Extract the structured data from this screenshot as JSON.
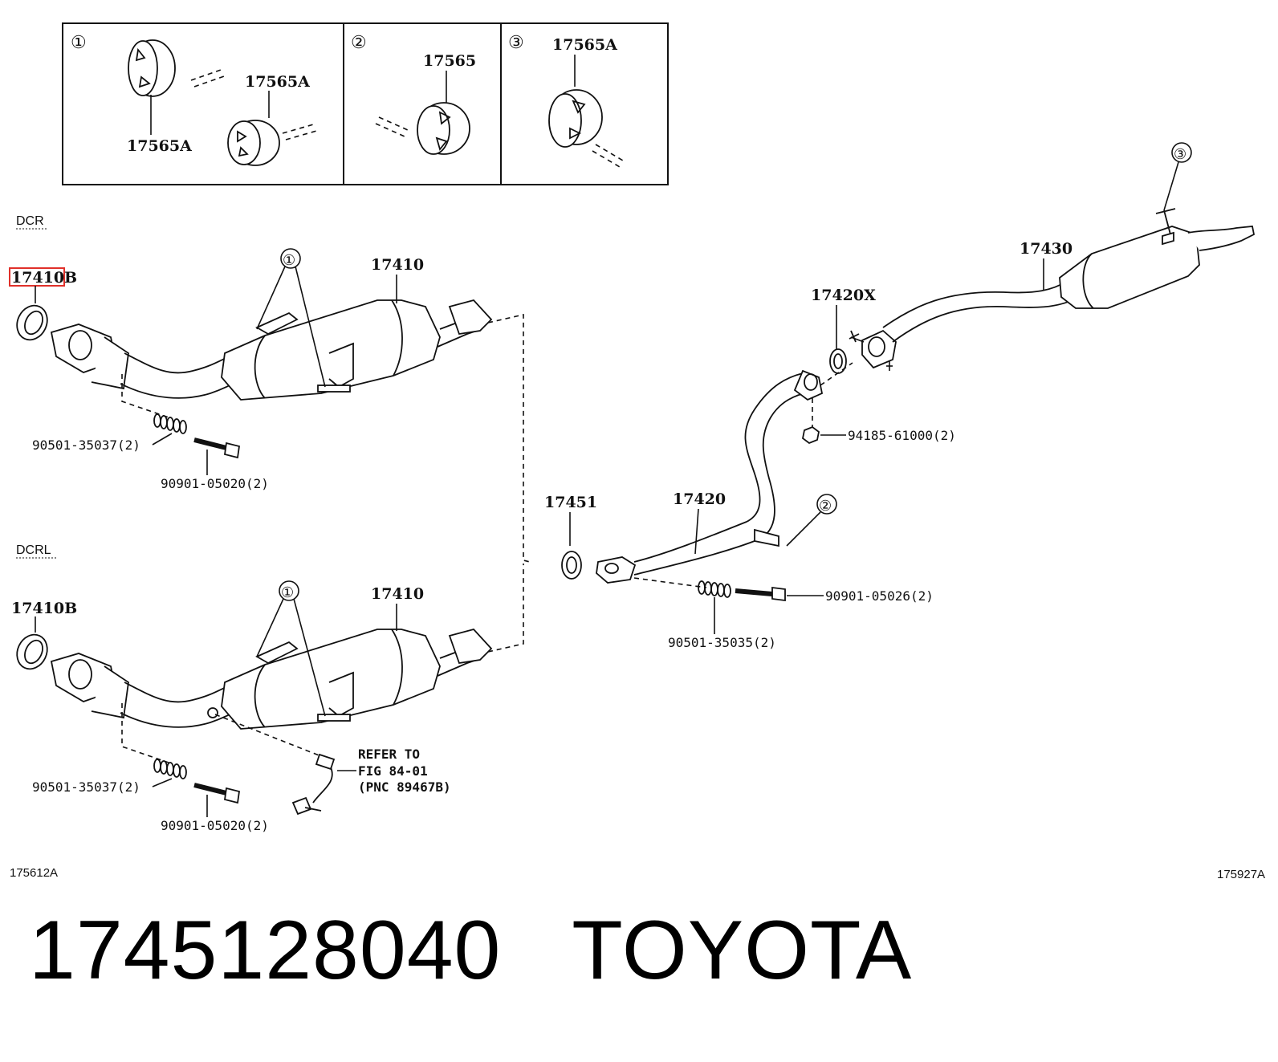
{
  "inset": {
    "panels": [
      {
        "num": "①",
        "labels": [
          "17565A",
          "17565A"
        ]
      },
      {
        "num": "②",
        "labels": [
          "17565"
        ]
      },
      {
        "num": "③",
        "labels": [
          "17565A"
        ]
      }
    ]
  },
  "sections": {
    "dcr": "DCR",
    "dcrl": "DCRL"
  },
  "parts": {
    "p17410B_highlight": "17410",
    "p17410B_suffix": "B",
    "p17410B": "17410B",
    "p17410_top": "17410",
    "p17410_bottom": "17410",
    "p90501_35037_top": "90501-35037(2)",
    "p90901_05020_top": "90901-05020(2)",
    "p90501_35037_bottom": "90501-35037(2)",
    "p90901_05020_bottom": "90901-05020(2)",
    "p17451": "17451",
    "p17420": "17420",
    "p17420X": "17420X",
    "p17430": "17430",
    "p94185": "94185-61000(2)",
    "p90901_05026": "90901-05026(2)",
    "p90501_35035": "90501-35035(2)",
    "refer_line1": "REFER TO",
    "refer_line2": "FIG 84-01",
    "refer_line3": "(PNC 89467B)"
  },
  "callouts": {
    "c1a": "①",
    "c1b": "①",
    "c2": "②",
    "c3": "③"
  },
  "figure_codes": {
    "left": "175612A",
    "right": "175927A"
  },
  "footer": {
    "part_number": "1745128040",
    "brand": "TOYOTA"
  },
  "colors": {
    "highlight": "#e0302a",
    "line": "#111111"
  }
}
